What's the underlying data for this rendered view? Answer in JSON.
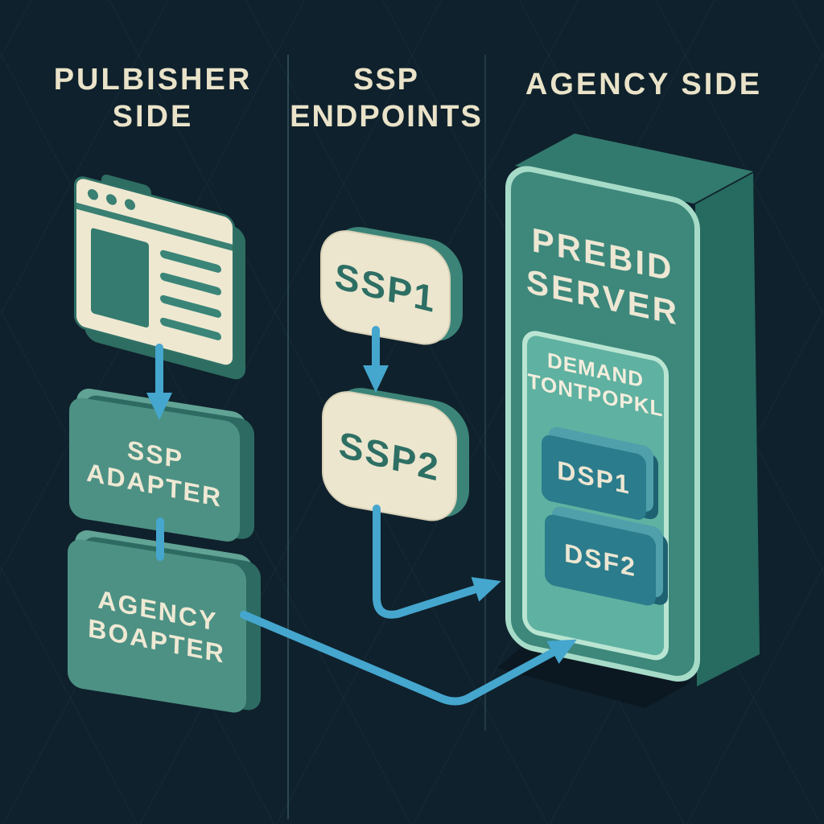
{
  "diagram": {
    "headers": {
      "publisher_line1": "PULBISHER",
      "publisher_line2": "SIDE",
      "ssp_line1": "SSP",
      "ssp_line2": "ENDPOINTS",
      "agency": "AGENCY SIDE"
    },
    "publisher_column": {
      "browser_icon": "browser-window-icon",
      "ssp_adapter_line1": "SSP",
      "ssp_adapter_line2": "ADAPTER",
      "agency_adapter_line1": "AGENCY",
      "agency_adapter_line2": "BOAPTER"
    },
    "ssp_column": {
      "ssp1": "SSP1",
      "ssp2": "SSP2"
    },
    "agency_column": {
      "server_line1": "PREBID",
      "server_line2": "SERVER",
      "panel_line1": "DEMAND",
      "panel_line2": "TONTPOPKL",
      "dsp1": "DSP1",
      "dsp2": "DSF2"
    },
    "colors": {
      "background": "#0f212c",
      "heading_text": "#eae3c9",
      "teal_box": "#4d9184",
      "teal_dark": "#2e6d62",
      "cream": "#ece6cf",
      "server_front": "#3d877b",
      "server_edge": "#a6dbc8",
      "panel": "#5fb1a1",
      "dsp_box": "#2b7c8c",
      "arrow_blue": "#45a6ce"
    }
  }
}
